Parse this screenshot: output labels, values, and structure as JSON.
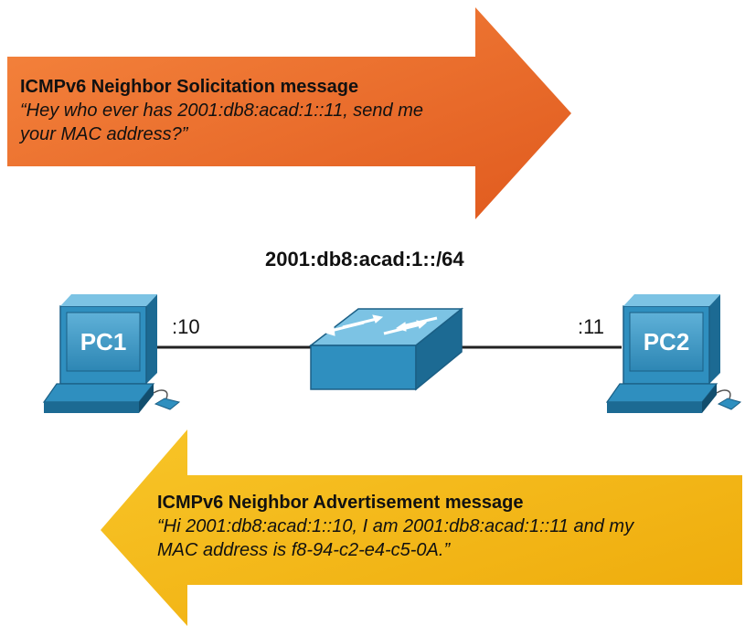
{
  "solicitation": {
    "title": "ICMPv6 Neighbor Solicitation message",
    "line1": "“Hey who ever has 2001:db8:acad:1::11, send me",
    "line2": "your MAC address?”"
  },
  "advertisement": {
    "title": "ICMPv6 Neighbor Advertisement message",
    "line1": "“Hi 2001:db8:acad:1::10, I am 2001:db8:acad:1::11 and my",
    "line2": "MAC address is  f8-94-c2-e4-c5-0A.”"
  },
  "network": {
    "prefix": "2001:db8:acad:1::/64",
    "left_port": ":10",
    "right_port": ":11"
  },
  "devices": {
    "pc1": "PC1",
    "pc2": "PC2",
    "switch_icon": "switch-icon",
    "pc_icon": "pc-icon"
  },
  "colors": {
    "orange": "#e8682a",
    "yellow": "#f5b514",
    "device_blue": "#2f8fbf",
    "device_dark": "#1c6a93"
  }
}
